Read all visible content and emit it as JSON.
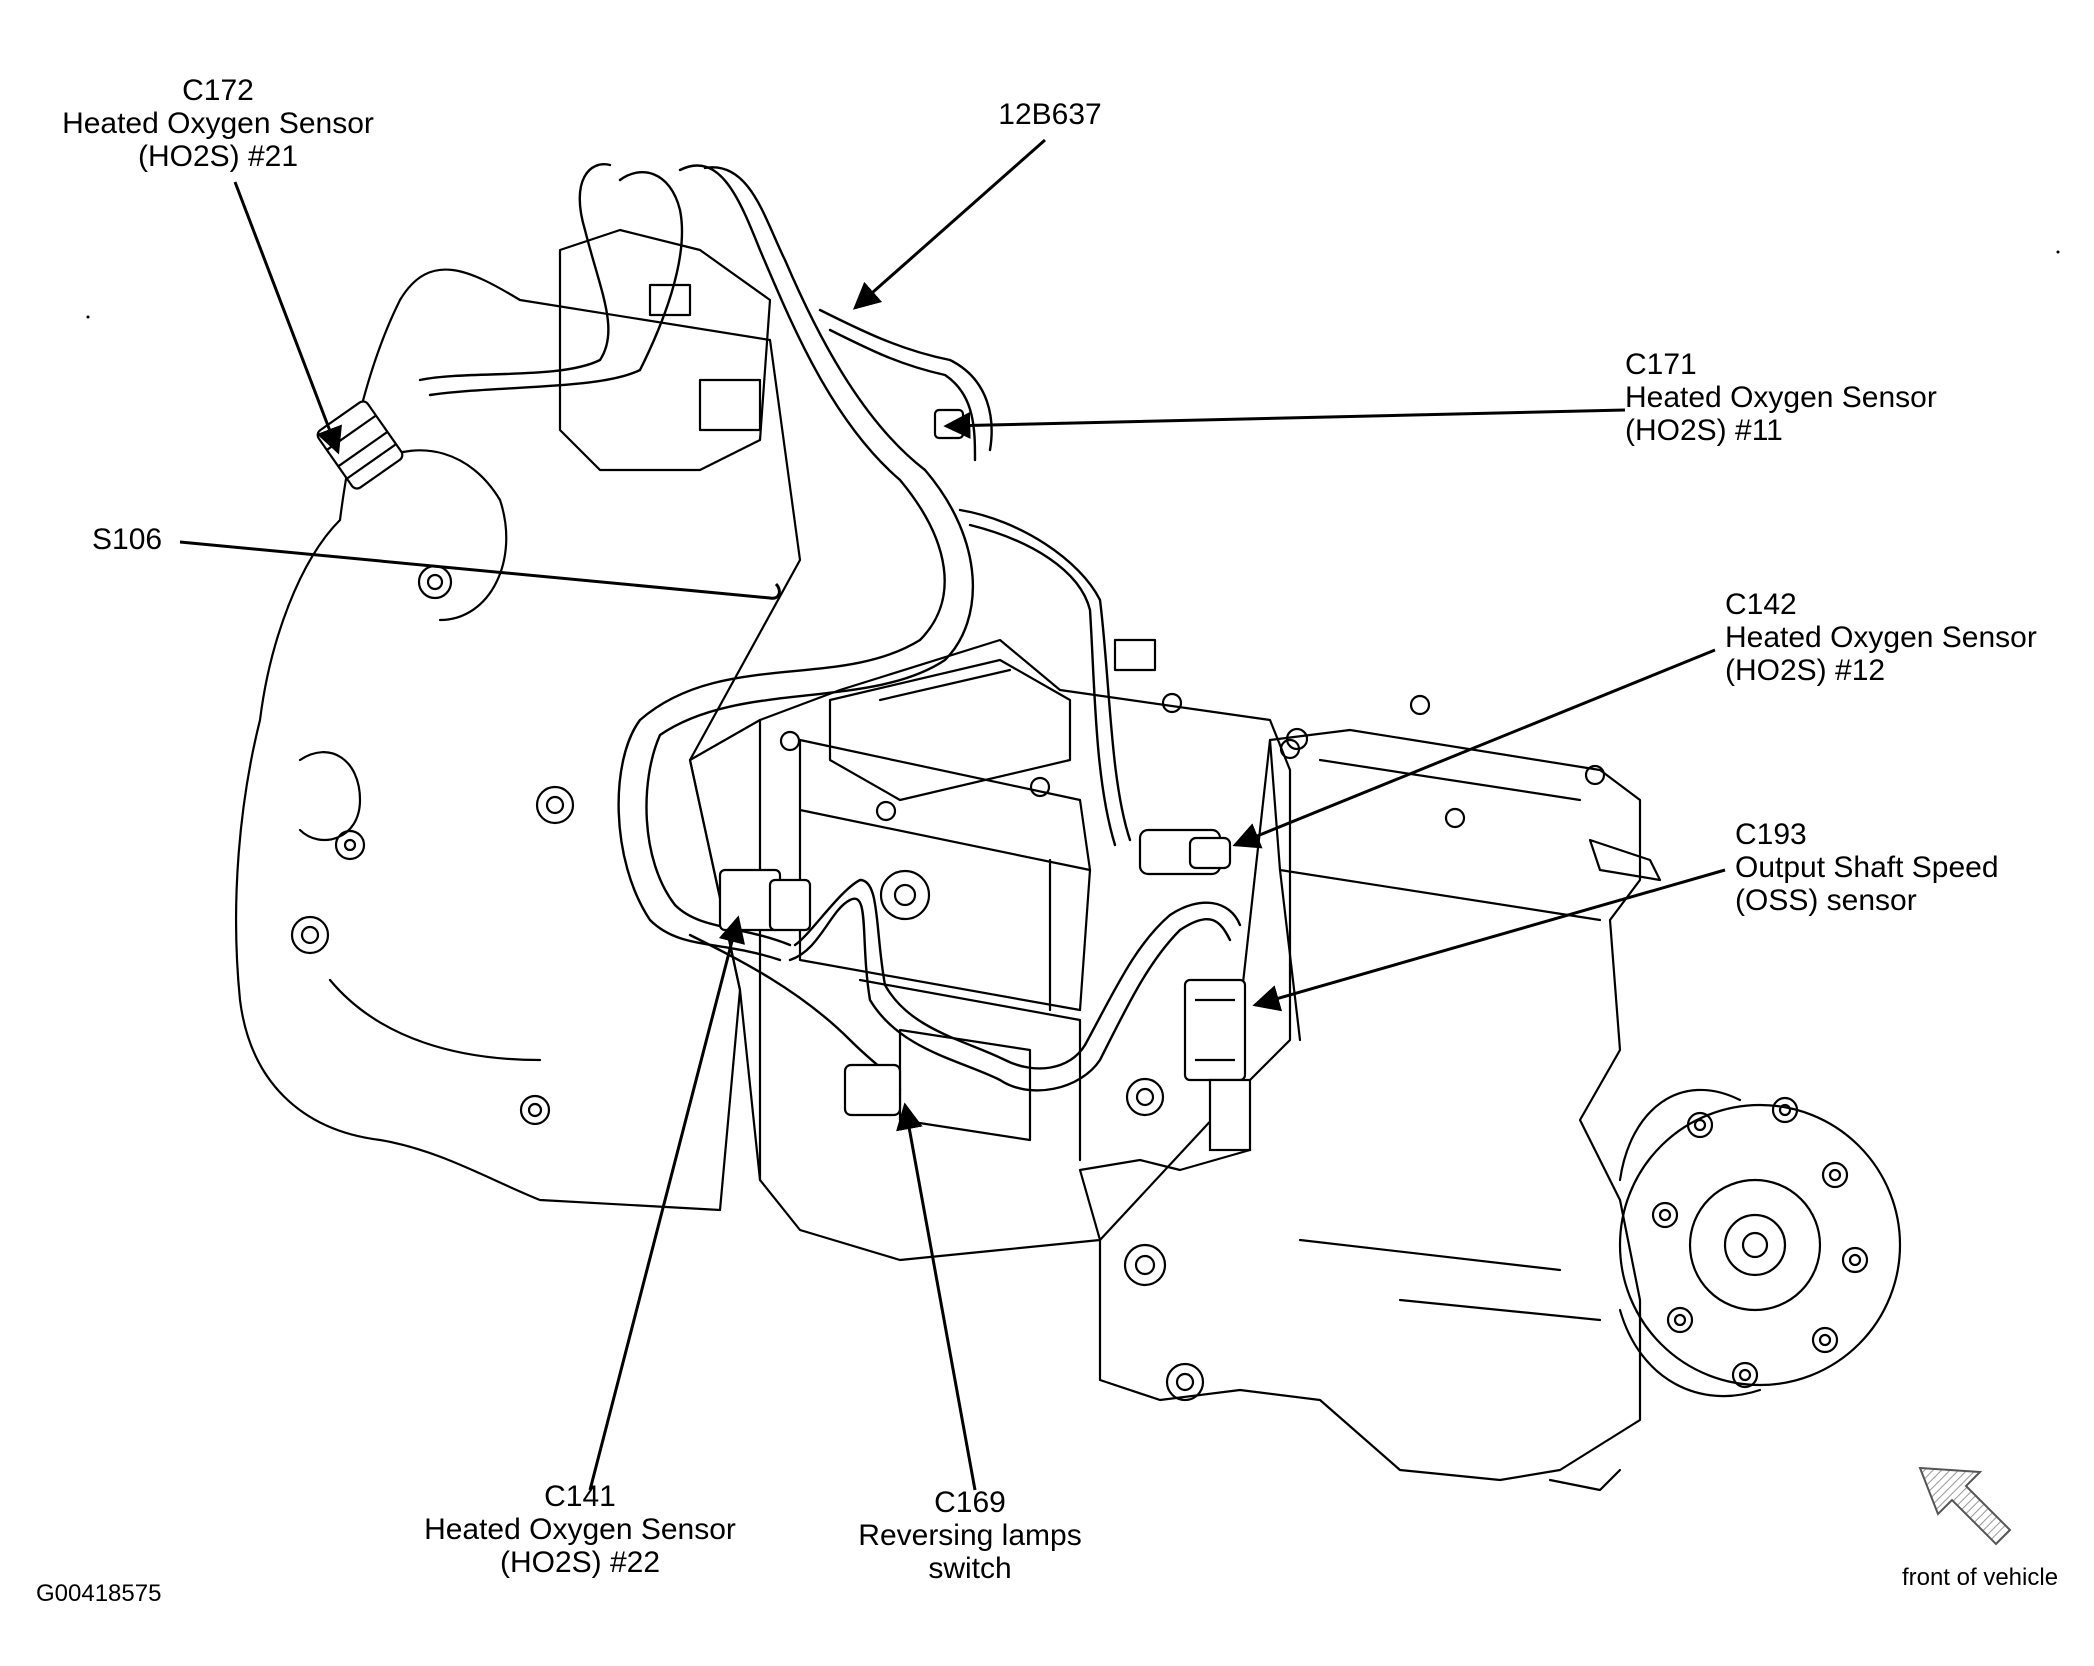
{
  "callouts": {
    "c172": {
      "code": "C172",
      "line1": "Heated Oxygen Sensor",
      "line2": "(HO2S) #21"
    },
    "c12b637": {
      "code": "12B637"
    },
    "c171": {
      "code": "C171",
      "line1": "Heated Oxygen Sensor",
      "line2": "(HO2S) #11"
    },
    "s106": {
      "code": "S106"
    },
    "c142": {
      "code": "C142",
      "line1": "Heated Oxygen Sensor",
      "line2": "(HO2S) #12"
    },
    "c193": {
      "code": "C193",
      "line1": "Output Shaft Speed",
      "line2": "(OSS) sensor"
    },
    "c141": {
      "code": "C141",
      "line1": "Heated Oxygen Sensor",
      "line2": "(HO2S) #22"
    },
    "c169": {
      "code": "C169",
      "line1": "Reversing lamps",
      "line2": "switch"
    }
  },
  "figure_id": "G00418575",
  "orientation": {
    "label": "front of vehicle",
    "icon": "arrow-up-left-icon"
  }
}
